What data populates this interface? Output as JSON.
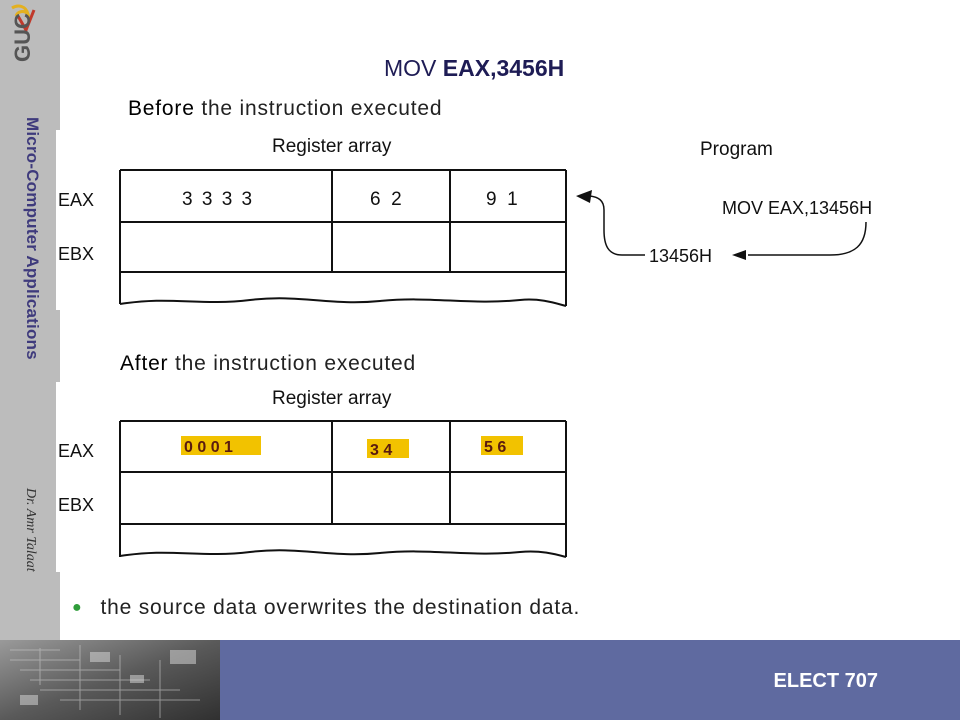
{
  "sidebar": {
    "logo_text": "GUC",
    "course_title": "Micro-Computer Applications",
    "author": "Dr. Amr Talaat"
  },
  "slide": {
    "title_prefix": "MOV ",
    "title_bold": "EAX,3456H",
    "before_caption_word": "Before",
    "before_caption_rest": " the instruction executed",
    "after_caption_word": "After",
    "after_caption_rest": " the instruction executed",
    "bullet": "the source data overwrites the destination data."
  },
  "diagram_before": {
    "heading": "Register array",
    "row_labels": [
      "EAX",
      "EBX"
    ],
    "eax_cells": [
      "3 3 3 3",
      "6  2",
      "9  1"
    ],
    "program_label": "Program",
    "program_instruction": "MOV EAX,13456H",
    "program_value": "13456H"
  },
  "diagram_after": {
    "heading": "Register array",
    "row_labels": [
      "EAX",
      "EBX"
    ],
    "eax_cells": [
      "0 0 0 1",
      "3 4",
      "5 6"
    ],
    "highlight_color": "#f2c200"
  },
  "footer": {
    "course_code": "ELECT  707"
  },
  "colors": {
    "sidebar": "#bcbcbc",
    "footer_band": "#5f6aa0",
    "title_text": "#1e1c55",
    "vertical_title": "#3e3a7c",
    "bullet_dot": "#2f9d3a"
  }
}
